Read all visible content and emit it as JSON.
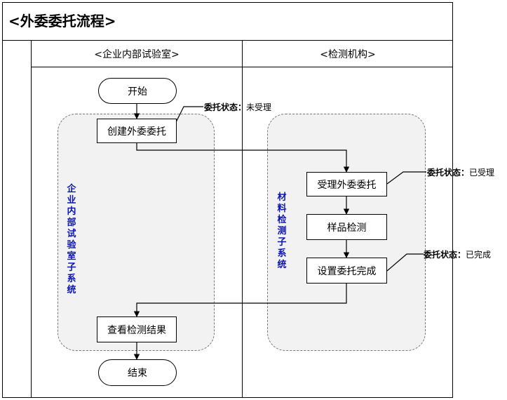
{
  "title": "<外委委托流程>",
  "lanes": [
    {
      "title": "<企业内部试验室>"
    },
    {
      "title": "<检测机构>"
    }
  ],
  "subsystems": [
    {
      "label": "企业内部试验室子系统"
    },
    {
      "label": "材料检测子系统"
    }
  ],
  "nodes": {
    "start": "开始",
    "create": "创建外委委托",
    "accept": "受理外委委托",
    "test": "样品检测",
    "set_complete": "设置委托完成",
    "view_result": "查看检测结果",
    "end": "结束"
  },
  "status_label": "委托状态：",
  "statuses": {
    "unaccepted": "未受理",
    "accepted": "已受理",
    "completed": "已完成"
  }
}
